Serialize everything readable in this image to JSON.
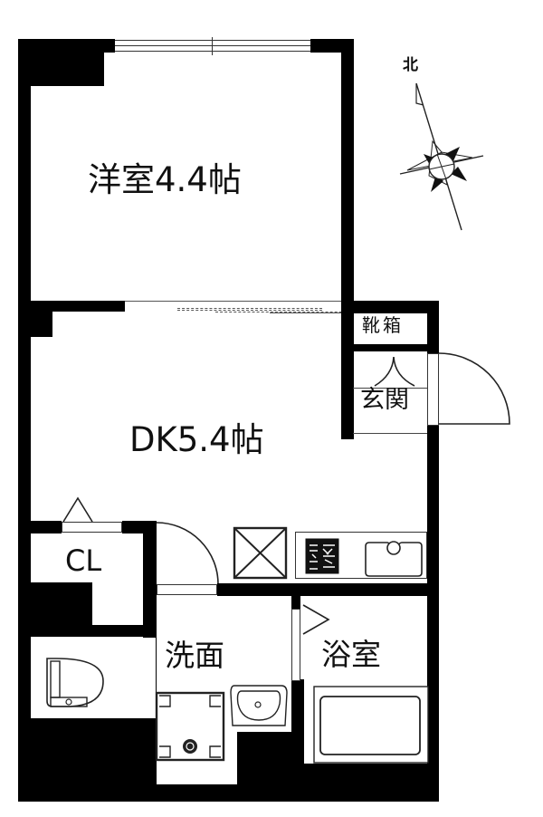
{
  "floorplan": {
    "rooms": {
      "western_room": "洋室4.4帖",
      "dk": "DK5.4帖",
      "shoe_box": "靴箱",
      "entrance": "玄関",
      "closet": "CL",
      "washroom": "洗面",
      "bathroom": "浴室"
    },
    "compass": {
      "north_label": "北"
    },
    "colors": {
      "wall": "#000000",
      "background": "#ffffff",
      "line": "#222222"
    }
  }
}
